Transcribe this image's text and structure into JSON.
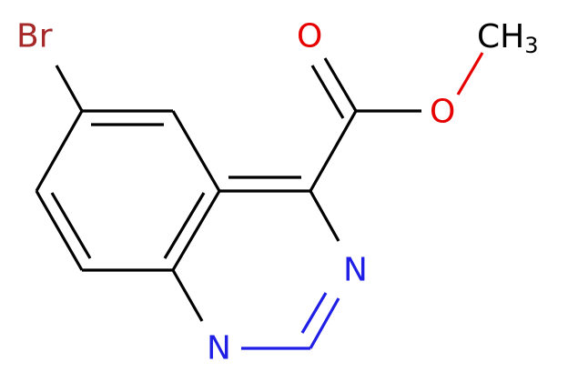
{
  "molecule": {
    "atoms": {
      "br": "Br",
      "o_carbonyl": "O",
      "o_ester": "O",
      "methyl_main": "CH",
      "methyl_sub": "3",
      "n_ring_3": "N",
      "n_ring_1": "N"
    },
    "colors": {
      "carbon": "#000000",
      "nitrogen": "#1f1fe6",
      "oxygen": "#e60000",
      "bromine": "#a62828"
    }
  }
}
